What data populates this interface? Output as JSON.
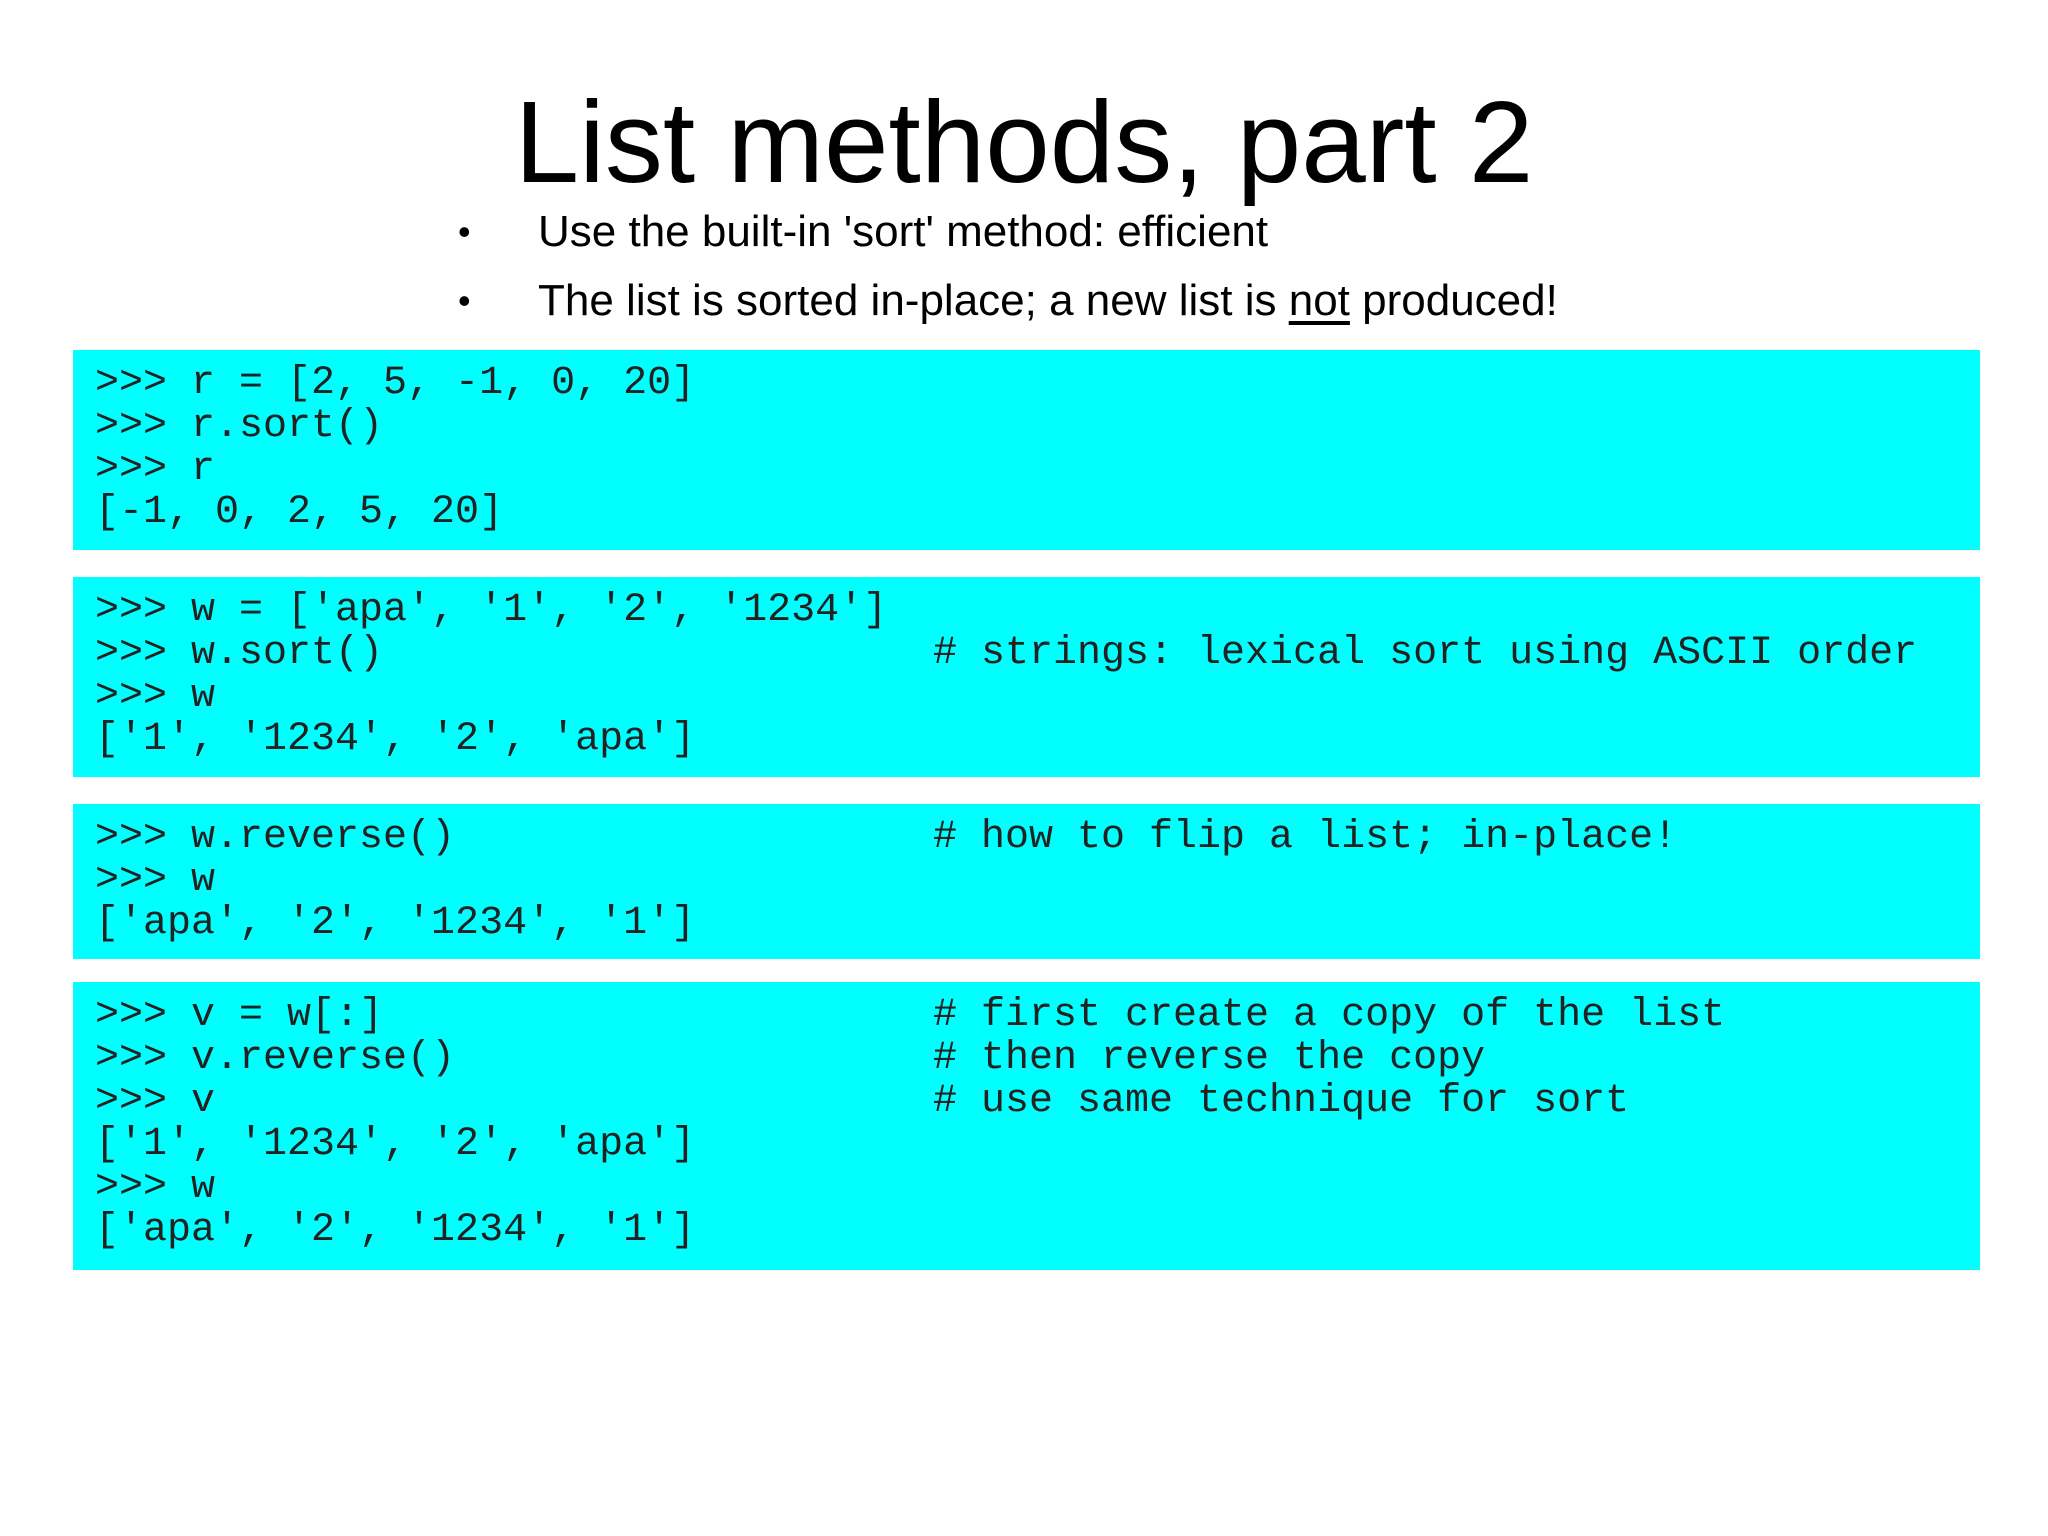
{
  "slide": {
    "title": "List methods, part 2",
    "bullets": {
      "bullet_1": {
        "marker": "•",
        "text": "Use the built-in 'sort' method: efficient"
      },
      "bullet_2": {
        "marker": "•",
        "text_before": "The list is sorted in-place; a new list is ",
        "text_underlined": "not",
        "text_after": " produced!"
      }
    },
    "block_sort_numbers": {
      "code": [
        ">>> r = [2, 5, -1, 0, 20]",
        ">>> r.sort()",
        ">>> r",
        "[-1, 0, 2, 5, 20]"
      ]
    },
    "block_sort_strings": {
      "code": [
        ">>> w = ['apa', '1', '2', '1234']",
        ">>> w.sort()",
        ">>> w",
        "['1', '1234', '2', 'apa']"
      ],
      "comments": [
        "",
        "# strings: lexical sort using ASCII order",
        "",
        ""
      ]
    },
    "block_reverse": {
      "code": [
        ">>> w.reverse()",
        ">>> w",
        "['apa', '2', '1234', '1']"
      ],
      "comments": [
        "# how to flip a list; in-place!",
        "",
        ""
      ]
    },
    "block_copy_reverse": {
      "code": [
        ">>> v = w[:]",
        ">>> v.reverse()",
        ">>> v",
        "['1', '1234', '2', 'apa']",
        ">>> w",
        "['apa', '2', '1234', '1']"
      ],
      "comments": [
        "# first create a copy of the list",
        "# then reverse the copy",
        "# use same technique for sort",
        "",
        "",
        ""
      ]
    },
    "colors": {
      "code_background": "#00ffff",
      "code_text": "#222222",
      "page_background": "#ffffff"
    }
  }
}
